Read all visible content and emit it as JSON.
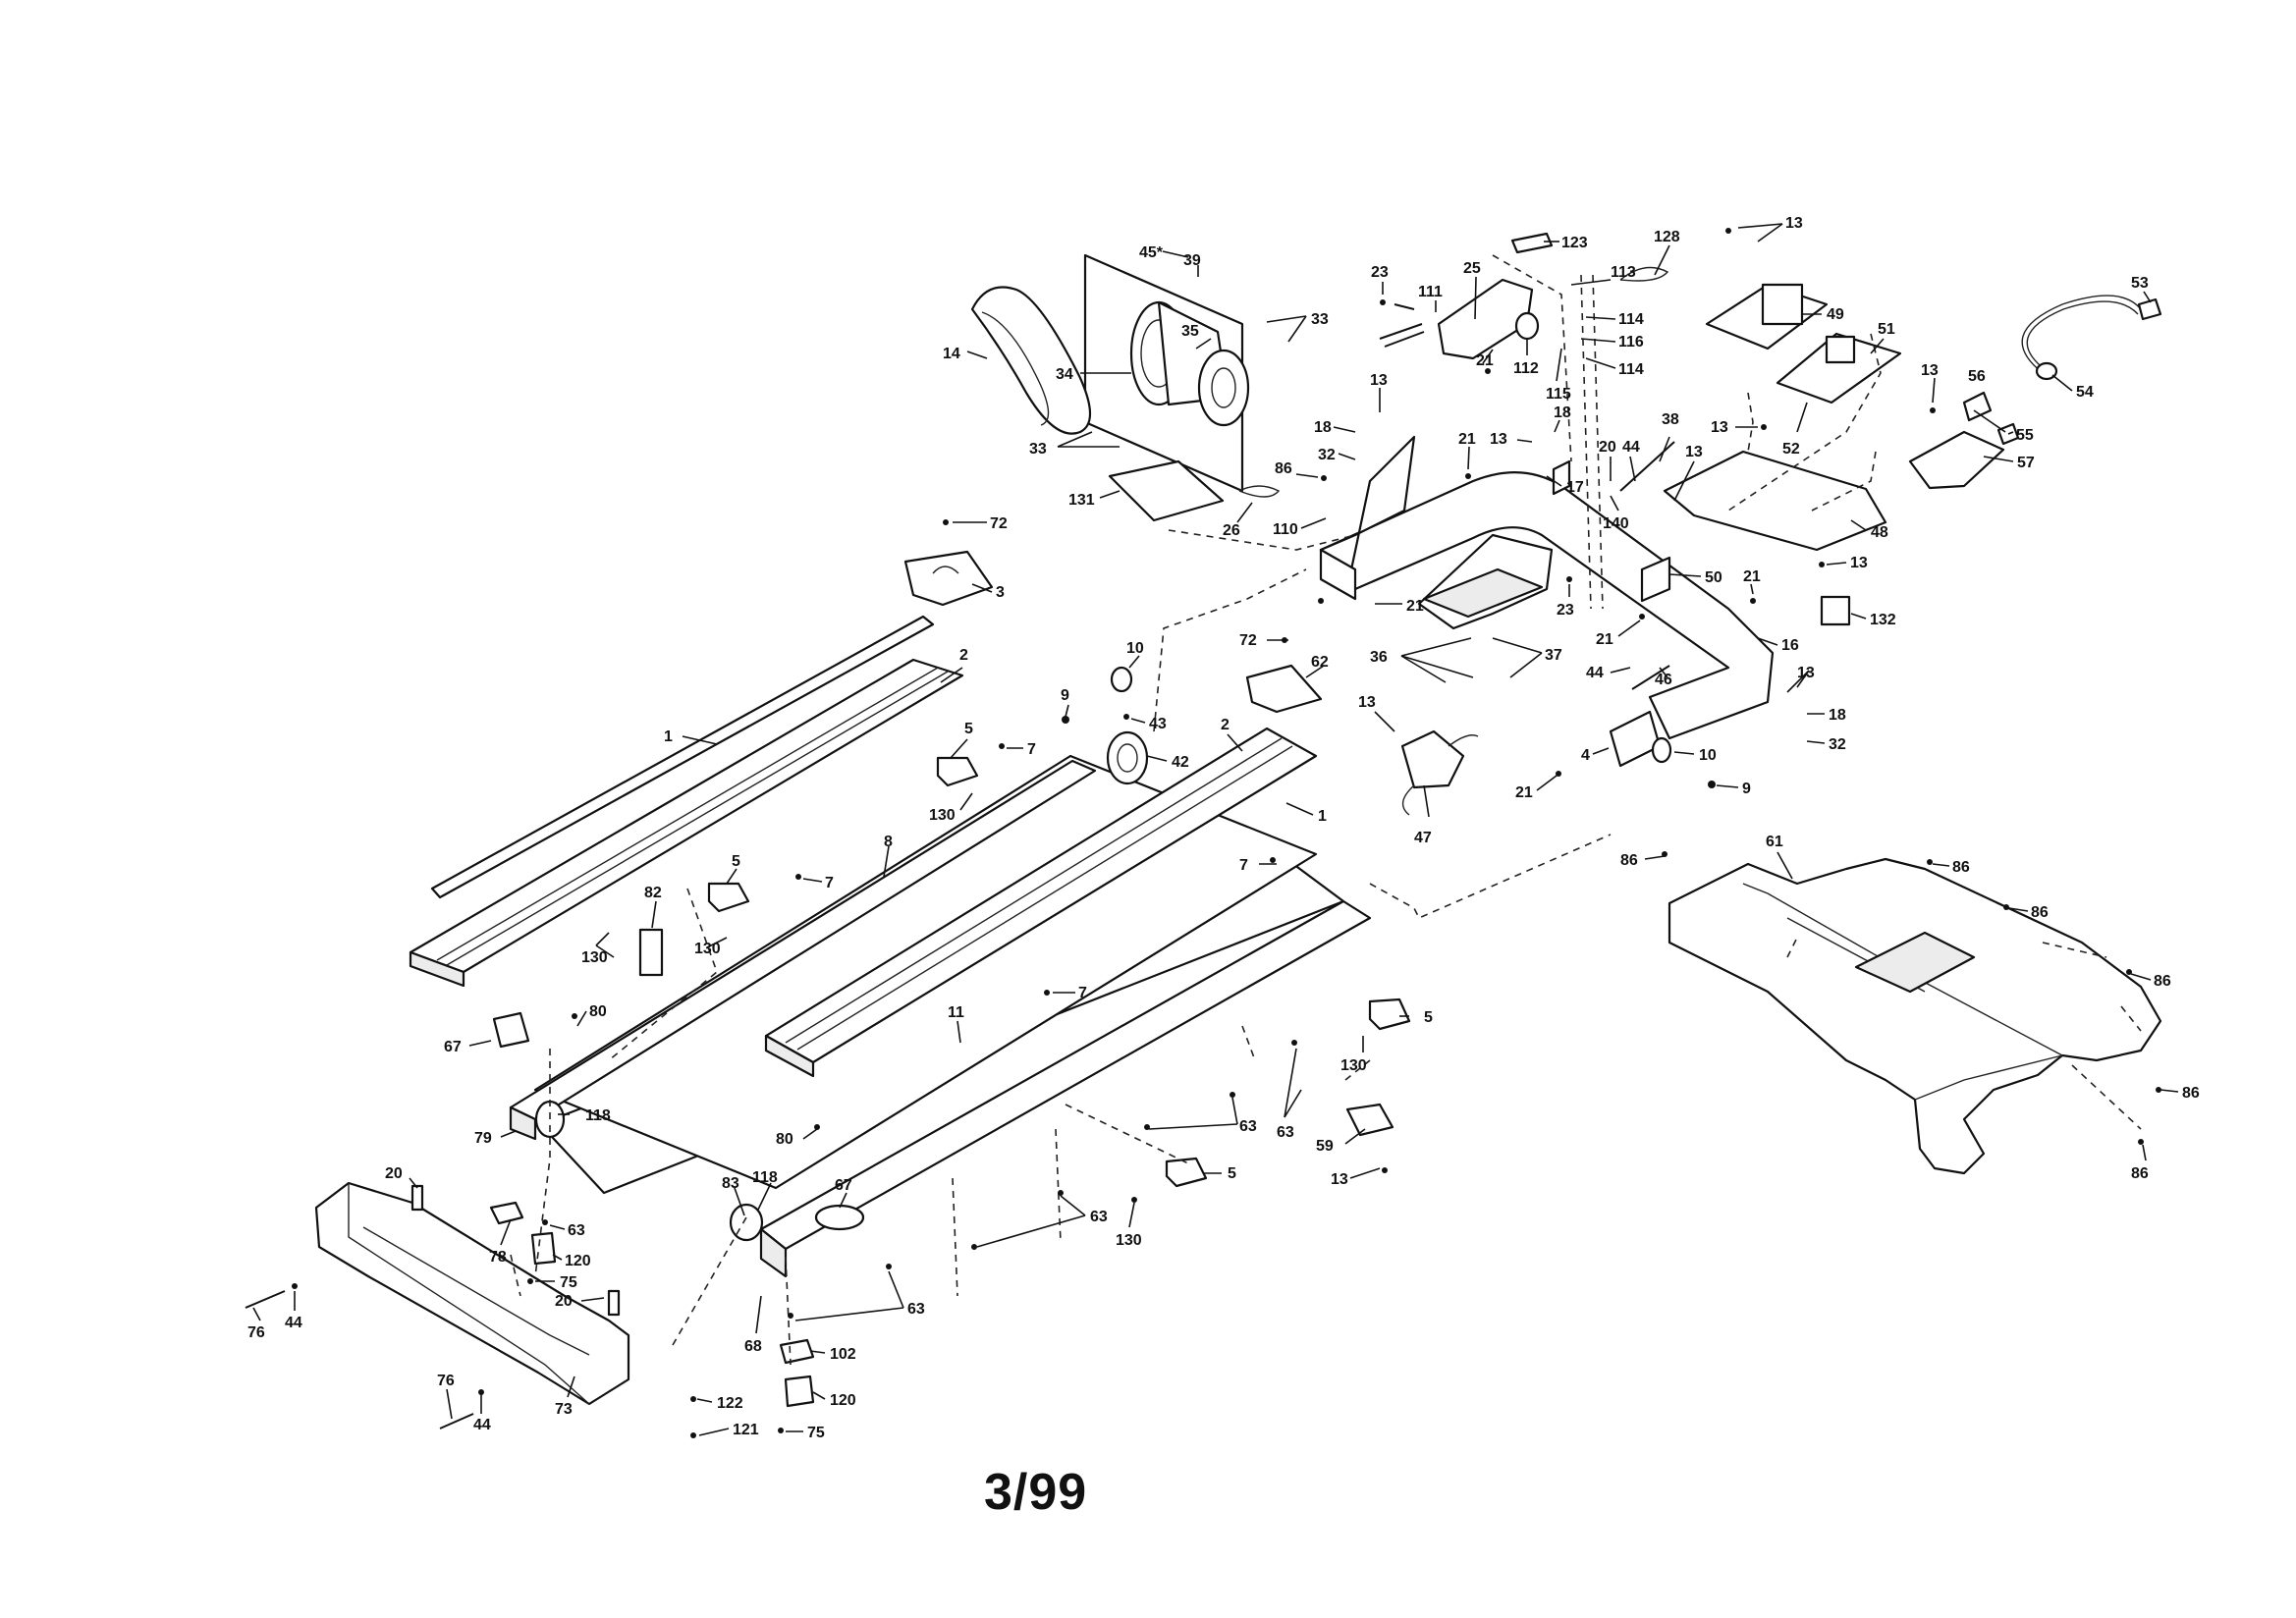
{
  "page_code": "3/99",
  "callouts": [
    {
      "id": "c45",
      "label": "45*"
    },
    {
      "id": "c39",
      "label": "39"
    },
    {
      "id": "c35",
      "label": "35"
    },
    {
      "id": "c33a",
      "label": "33"
    },
    {
      "id": "c14",
      "label": "14"
    },
    {
      "id": "c34",
      "label": "34"
    },
    {
      "id": "c33b",
      "label": "33"
    },
    {
      "id": "c131",
      "label": "131"
    },
    {
      "id": "c26",
      "label": "26"
    },
    {
      "id": "c86a",
      "label": "86"
    },
    {
      "id": "c110",
      "label": "110"
    },
    {
      "id": "c23a",
      "label": "23"
    },
    {
      "id": "c111",
      "label": "111"
    },
    {
      "id": "c25",
      "label": "25"
    },
    {
      "id": "c123",
      "label": "123"
    },
    {
      "id": "c128",
      "label": "128"
    },
    {
      "id": "c113",
      "label": "113"
    },
    {
      "id": "c114a",
      "label": "114"
    },
    {
      "id": "c116",
      "label": "116"
    },
    {
      "id": "c114b",
      "label": "114"
    },
    {
      "id": "c112",
      "label": "112"
    },
    {
      "id": "c21a",
      "label": "21"
    },
    {
      "id": "c115",
      "label": "115"
    },
    {
      "id": "c13a",
      "label": "13"
    },
    {
      "id": "c49",
      "label": "49"
    },
    {
      "id": "c51",
      "label": "51"
    },
    {
      "id": "c53",
      "label": "53"
    },
    {
      "id": "c54",
      "label": "54"
    },
    {
      "id": "c13b",
      "label": "13"
    },
    {
      "id": "c56",
      "label": "56"
    },
    {
      "id": "c55",
      "label": "55"
    },
    {
      "id": "c57",
      "label": "57"
    },
    {
      "id": "c52",
      "label": "52"
    },
    {
      "id": "c13c",
      "label": "13"
    },
    {
      "id": "c48",
      "label": "48"
    },
    {
      "id": "c13d",
      "label": "13"
    },
    {
      "id": "c18a",
      "label": "18"
    },
    {
      "id": "c32a",
      "label": "32"
    },
    {
      "id": "c21b",
      "label": "21"
    },
    {
      "id": "c13e",
      "label": "13"
    },
    {
      "id": "c18b",
      "label": "18"
    },
    {
      "id": "c17",
      "label": "17"
    },
    {
      "id": "c20a",
      "label": "20"
    },
    {
      "id": "c44a",
      "label": "44"
    },
    {
      "id": "c38",
      "label": "38"
    },
    {
      "id": "c13f",
      "label": "13"
    },
    {
      "id": "c140",
      "label": "140"
    },
    {
      "id": "c50",
      "label": "50"
    },
    {
      "id": "c21c",
      "label": "21"
    },
    {
      "id": "c13g",
      "label": "13"
    },
    {
      "id": "c132",
      "label": "132"
    },
    {
      "id": "c23b",
      "label": "23"
    },
    {
      "id": "c21d",
      "label": "21"
    },
    {
      "id": "c16",
      "label": "16"
    },
    {
      "id": "c21e",
      "label": "21"
    },
    {
      "id": "c36",
      "label": "36"
    },
    {
      "id": "c37",
      "label": "37"
    },
    {
      "id": "c44b",
      "label": "44"
    },
    {
      "id": "c46",
      "label": "46"
    },
    {
      "id": "c13h",
      "label": "13"
    },
    {
      "id": "c18c",
      "label": "18"
    },
    {
      "id": "c32b",
      "label": "32"
    },
    {
      "id": "c72a",
      "label": "72"
    },
    {
      "id": "c3",
      "label": "3"
    },
    {
      "id": "c72b",
      "label": "72"
    },
    {
      "id": "c62",
      "label": "62"
    },
    {
      "id": "c10a",
      "label": "10"
    },
    {
      "id": "c13i",
      "label": "13"
    },
    {
      "id": "c9a",
      "label": "9"
    },
    {
      "id": "c43",
      "label": "43"
    },
    {
      "id": "c42",
      "label": "42"
    },
    {
      "id": "c4",
      "label": "4"
    },
    {
      "id": "c10b",
      "label": "10"
    },
    {
      "id": "c9b",
      "label": "9"
    },
    {
      "id": "c21f",
      "label": "21"
    },
    {
      "id": "c47",
      "label": "47"
    },
    {
      "id": "c2a",
      "label": "2"
    },
    {
      "id": "c1a",
      "label": "1"
    },
    {
      "id": "c5a",
      "label": "5"
    },
    {
      "id": "c7a",
      "label": "7"
    },
    {
      "id": "c2b",
      "label": "2"
    },
    {
      "id": "c1b",
      "label": "1"
    },
    {
      "id": "c130a",
      "label": "130"
    },
    {
      "id": "c8",
      "label": "8"
    },
    {
      "id": "c7b",
      "label": "7"
    },
    {
      "id": "c5b",
      "label": "5"
    },
    {
      "id": "c7c",
      "label": "7"
    },
    {
      "id": "c82",
      "label": "82"
    },
    {
      "id": "c130b",
      "label": "130"
    },
    {
      "id": "c130c",
      "label": "130"
    },
    {
      "id": "c80a",
      "label": "80"
    },
    {
      "id": "c67a",
      "label": "67"
    },
    {
      "id": "c11",
      "label": "11"
    },
    {
      "id": "c7d",
      "label": "7"
    },
    {
      "id": "c5c",
      "label": "5"
    },
    {
      "id": "c130d",
      "label": "130"
    },
    {
      "id": "c118a",
      "label": "118"
    },
    {
      "id": "c79",
      "label": "79"
    },
    {
      "id": "c63a",
      "label": "63"
    },
    {
      "id": "c63b",
      "label": "63"
    },
    {
      "id": "c59",
      "label": "59"
    },
    {
      "id": "c13j",
      "label": "13"
    },
    {
      "id": "c80b",
      "label": "80"
    },
    {
      "id": "c5d",
      "label": "5"
    },
    {
      "id": "c20b",
      "label": "20"
    },
    {
      "id": "c83",
      "label": "83"
    },
    {
      "id": "c118b",
      "label": "118"
    },
    {
      "id": "c67b",
      "label": "67"
    },
    {
      "id": "c63c",
      "label": "63"
    },
    {
      "id": "c130e",
      "label": "130"
    },
    {
      "id": "c63d",
      "label": "63"
    },
    {
      "id": "c78",
      "label": "78"
    },
    {
      "id": "c120a",
      "label": "120"
    },
    {
      "id": "c75a",
      "label": "75"
    },
    {
      "id": "c20c",
      "label": "20"
    },
    {
      "id": "c76a",
      "label": "76"
    },
    {
      "id": "c44c",
      "label": "44"
    },
    {
      "id": "c68",
      "label": "68"
    },
    {
      "id": "c63e",
      "label": "63"
    },
    {
      "id": "c102",
      "label": "102"
    },
    {
      "id": "c120b",
      "label": "120"
    },
    {
      "id": "c122",
      "label": "122"
    },
    {
      "id": "c121",
      "label": "121"
    },
    {
      "id": "c75b",
      "label": "75"
    },
    {
      "id": "c73",
      "label": "73"
    },
    {
      "id": "c76b",
      "label": "76"
    },
    {
      "id": "c44d",
      "label": "44"
    },
    {
      "id": "c86b",
      "label": "86"
    },
    {
      "id": "c61",
      "label": "61"
    },
    {
      "id": "c86c",
      "label": "86"
    },
    {
      "id": "c86d",
      "label": "86"
    },
    {
      "id": "c86e",
      "label": "86"
    },
    {
      "id": "c86f",
      "label": "86"
    },
    {
      "id": "c86g",
      "label": "86"
    }
  ]
}
